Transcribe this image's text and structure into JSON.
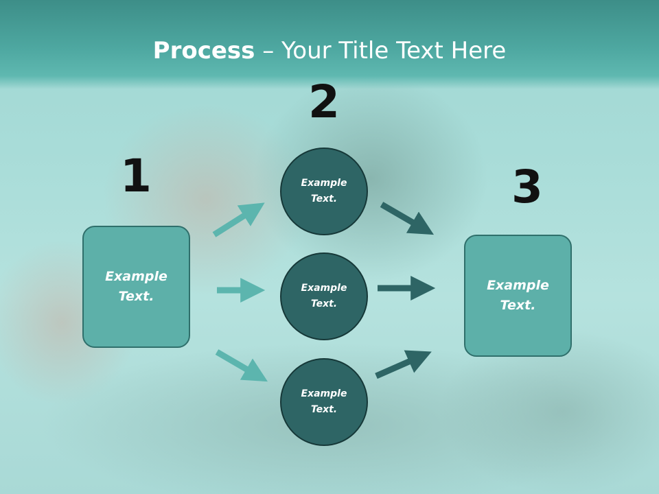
{
  "title": {
    "bold": "Process",
    "separator": " – ",
    "rest": "Your Title Text Here"
  },
  "numbers": {
    "one": "1",
    "two": "2",
    "three": "3"
  },
  "left_box": {
    "text": "Example\nText."
  },
  "right_box": {
    "text": "Example\nText."
  },
  "circles": [
    {
      "text": "Example\nText."
    },
    {
      "text": "Example\nText."
    },
    {
      "text": "Example\nText."
    }
  ],
  "colors": {
    "box_fill": "#5db0a9",
    "circle_fill": "#2e6565",
    "arrow_light": "#5cb5ae",
    "arrow_dark": "#2e6565",
    "title_band": "#4ea8a1"
  }
}
